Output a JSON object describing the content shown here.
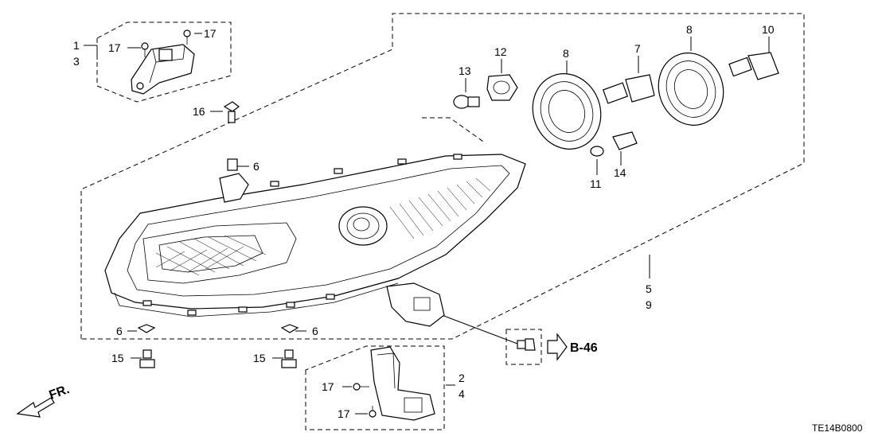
{
  "diagram_code": "TE14B0800",
  "reference": {
    "label": "B-46"
  },
  "front_label": "FR.",
  "callouts": {
    "c1": "1",
    "c3": "3",
    "c17a": "17",
    "c17b": "17",
    "c16": "16",
    "c6a": "6",
    "c6b": "6",
    "c6c": "6",
    "c13": "13",
    "c12": "12",
    "c8a": "8",
    "c8b": "8",
    "c7": "7",
    "c10": "10",
    "c11": "11",
    "c14": "14",
    "c5": "5",
    "c9": "9",
    "c15a": "15",
    "c15b": "15",
    "c2": "2",
    "c4": "4",
    "c17c": "17",
    "c17d": "17"
  }
}
